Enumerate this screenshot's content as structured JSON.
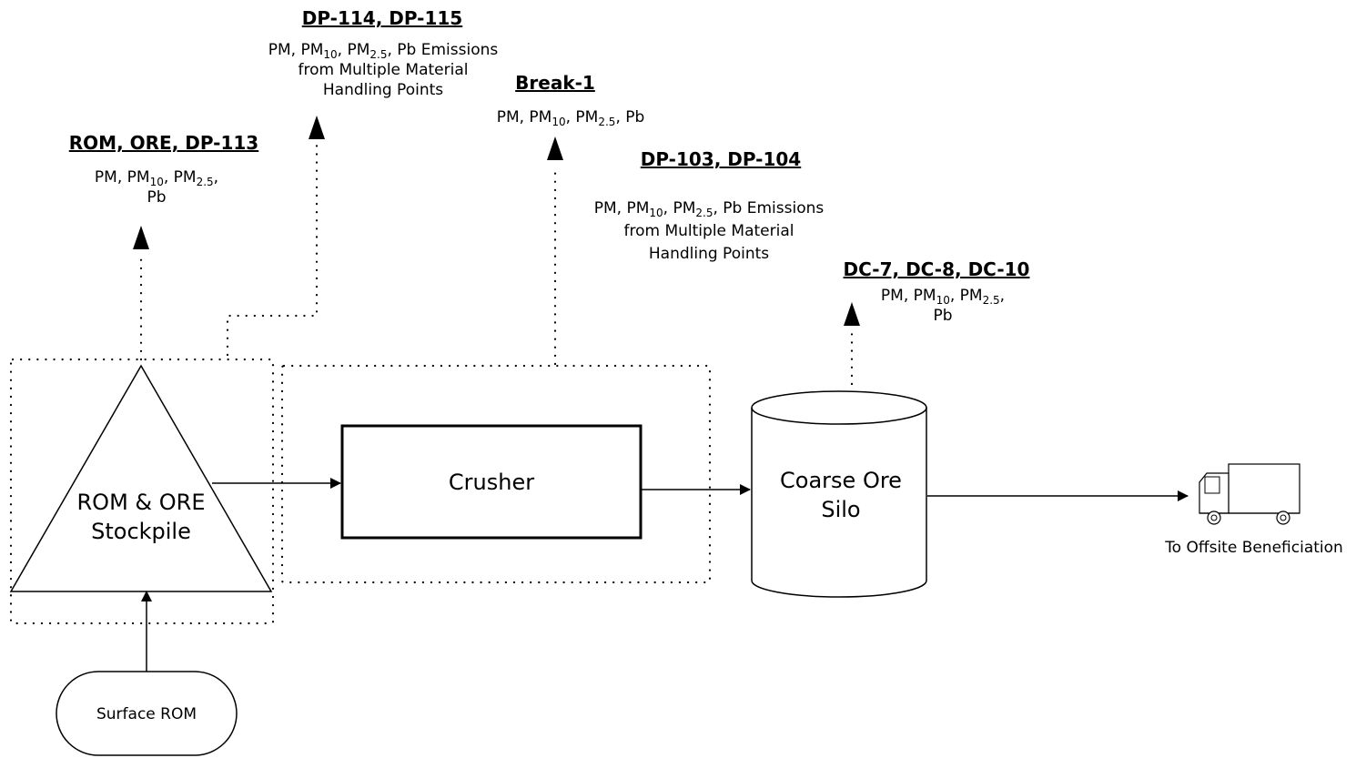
{
  "emission_points": [
    {
      "id": "rom",
      "title": "ROM, ORE, DP-113",
      "lines": [
        "PM, PM|10|, PM|2.5|,",
        "Pb"
      ]
    },
    {
      "id": "dp114",
      "title": "DP-114, DP-115",
      "lines": [
        "PM, PM|10|, PM|2.5|, Pb Emissions",
        "from Multiple Material",
        "Handling Points"
      ]
    },
    {
      "id": "break1",
      "title": "Break-1",
      "lines": [
        "PM, PM|10|, PM|2.5|, Pb"
      ]
    },
    {
      "id": "dp103",
      "title": "DP-103, DP-104",
      "lines": [
        "PM, PM|10|, PM|2.5|, Pb Emissions",
        "from Multiple Material",
        "Handling Points"
      ]
    },
    {
      "id": "dc7",
      "title": "DC-7, DC-8, DC-10",
      "lines": [
        "PM, PM|10|, PM|2.5|,",
        "Pb"
      ]
    }
  ],
  "nodes": {
    "stockpile": [
      "ROM & ORE",
      "Stockpile"
    ],
    "crusher": [
      "Crusher"
    ],
    "silo": [
      "Coarse Ore",
      "Silo"
    ],
    "surface_rom": [
      "Surface ROM"
    ],
    "destination": "To Offsite Beneficiation"
  },
  "icons": {
    "truck": "truck-icon"
  }
}
